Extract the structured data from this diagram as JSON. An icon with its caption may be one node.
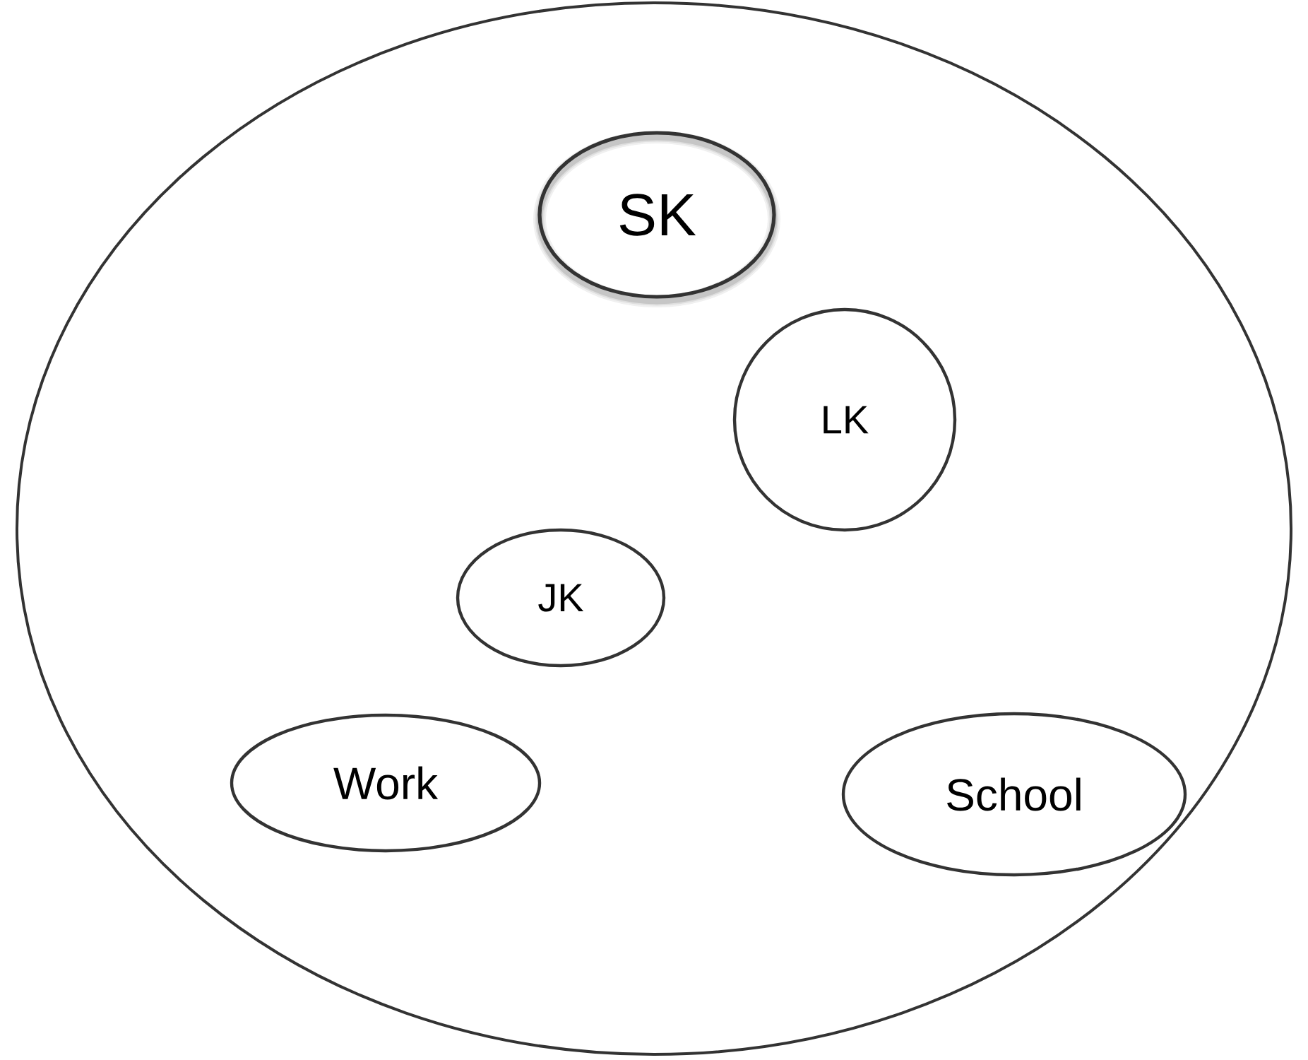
{
  "diagram": {
    "nodes": [
      {
        "text": [],
        "shape": "ellipse"
      },
      {
        "text": [
          "SK"
        ],
        "in": 0
      },
      {
        "text": [
          "LK"
        ],
        "in": 0
      },
      {
        "text": [
          "JK"
        ],
        "in": 0
      },
      {
        "text": [
          "Work"
        ],
        "in": 0
      },
      {
        "text": [
          "School"
        ],
        "in": 0
      }
    ]
  }
}
